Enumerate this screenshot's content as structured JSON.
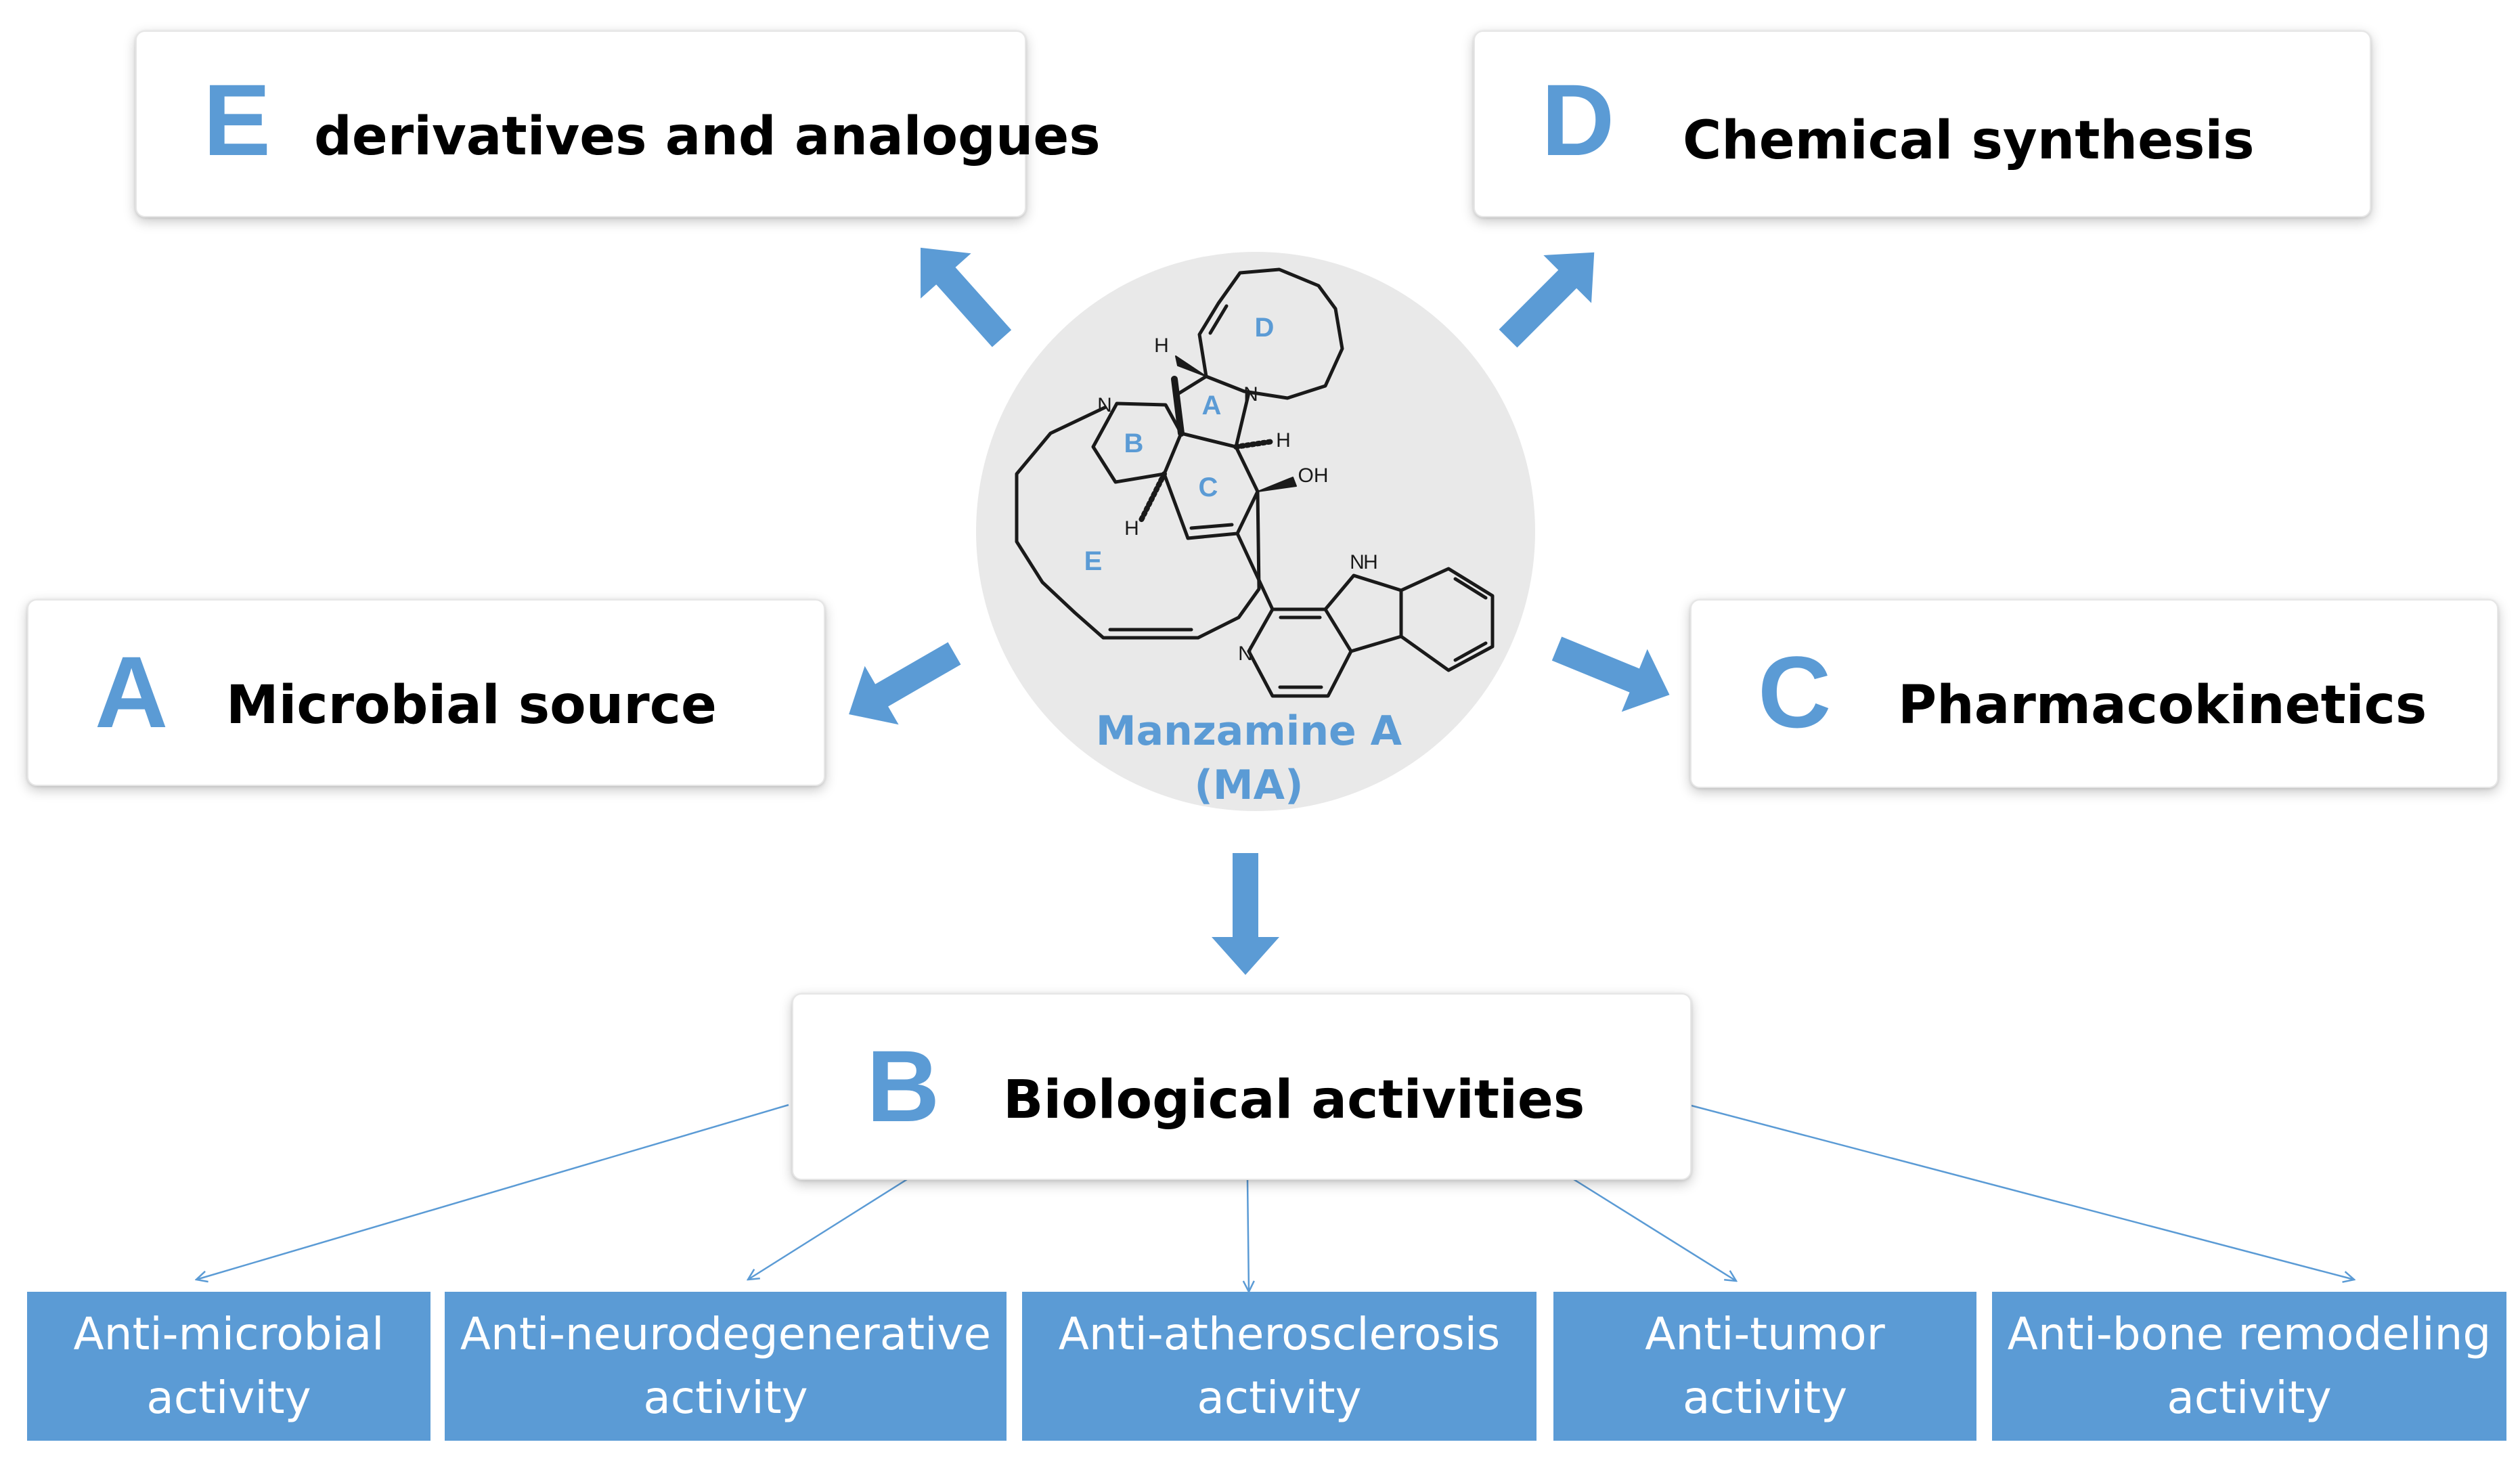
{
  "colors": {
    "accent": "#5b9bd5",
    "circle": "#e9e9e9",
    "box_border": "#e6e6e6",
    "structure": "#1a1a1a"
  },
  "center": {
    "compound_name": "Manzamine A",
    "abbreviation": "(MA)",
    "ring_labels": [
      "A",
      "B",
      "C",
      "D",
      "E"
    ],
    "atom_labels": [
      "N",
      "N",
      "N",
      "N",
      "H",
      "OH",
      "H",
      "H",
      "H"
    ]
  },
  "sections": {
    "A": {
      "letter": "A",
      "title": "Microbial source"
    },
    "B": {
      "letter": "B",
      "title": "Biological activities"
    },
    "C": {
      "letter": "C",
      "title": "Pharmacokinetics"
    },
    "D": {
      "letter": "D",
      "title": "Chemical synthesis"
    },
    "E": {
      "letter": "E",
      "title": "derivatives and analogues"
    }
  },
  "activities": [
    {
      "line1": "Anti-microbial",
      "line2": "activity"
    },
    {
      "line1": "Anti-neurodegenerative",
      "line2": "activity"
    },
    {
      "line1": "Anti-atherosclerosis",
      "line2": "activity"
    },
    {
      "line1": "Anti-tumor",
      "line2": "activity"
    },
    {
      "line1": "Anti-bone remodeling",
      "line2": "activity"
    }
  ]
}
